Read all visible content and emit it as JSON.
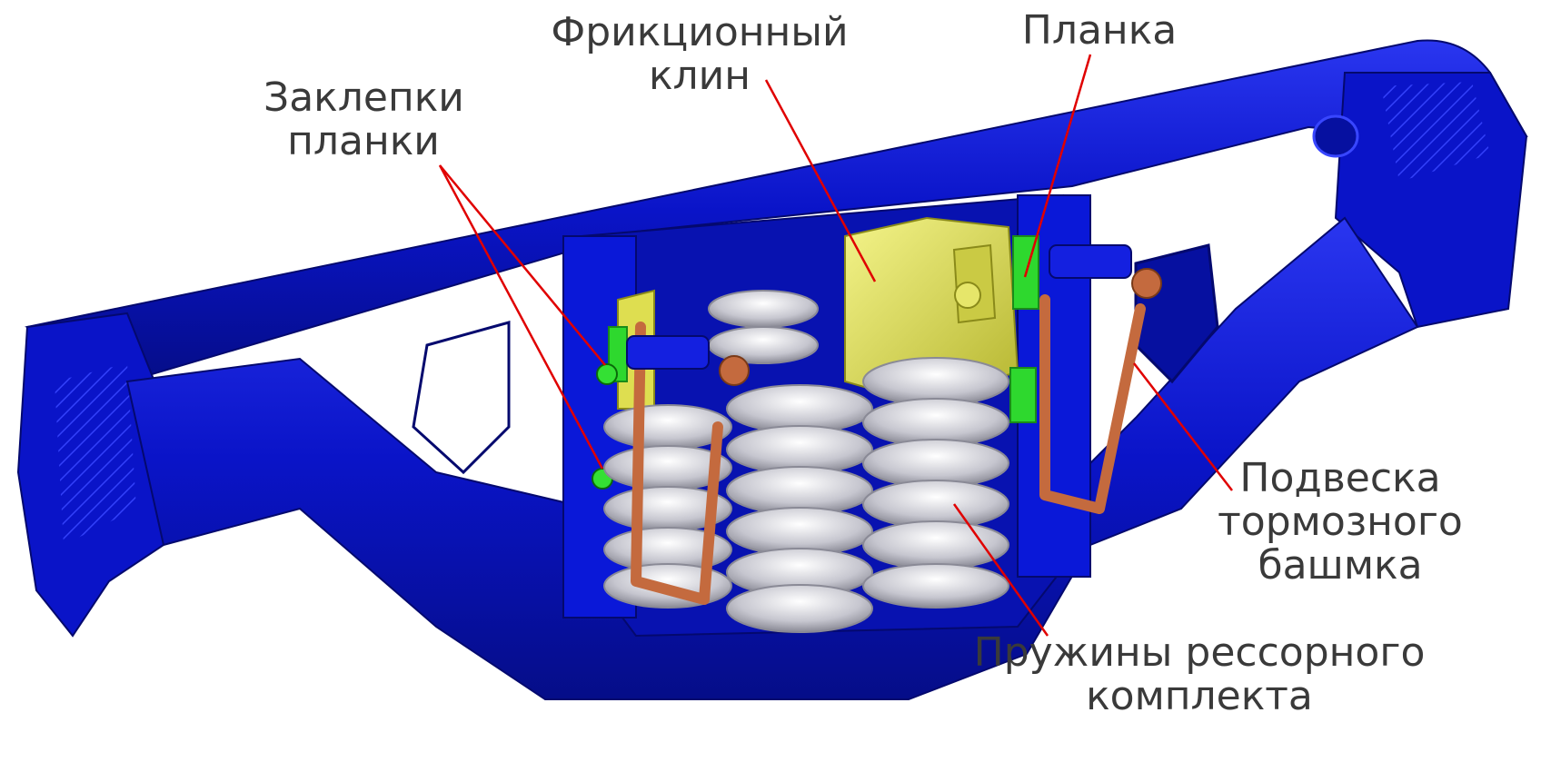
{
  "labels": {
    "rivets": {
      "line1": "Заклепки",
      "line2": "планки"
    },
    "wedge": {
      "line1": "Фрикционный",
      "line2": "клин"
    },
    "plank": {
      "line1": "Планка"
    },
    "hanger": {
      "line1": "Подвеска",
      "line2": "тормозного",
      "line3": "башмка"
    },
    "springs": {
      "line1": "Пружины рессорного",
      "line2": "комплекта"
    }
  },
  "colors": {
    "frame": "#0a14c8",
    "frame_dark": "#06109a",
    "frame_light": "#2a3aff",
    "wedge": "#dede50",
    "plank": "#30d830",
    "spring": "#c8c8d0",
    "hanger": "#c46a3e",
    "leader_line": "#e00000",
    "text": "#3a3a3a"
  }
}
